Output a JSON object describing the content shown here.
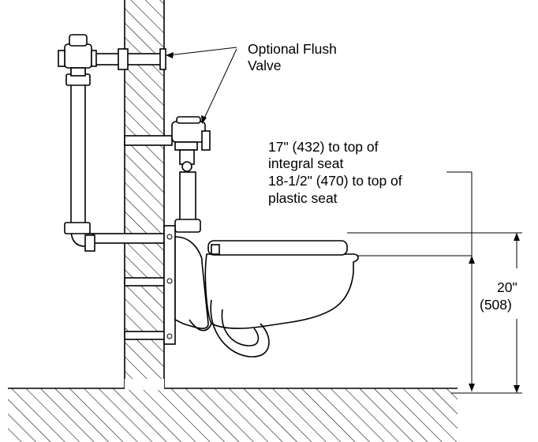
{
  "annotations": {
    "flush_valve": {
      "line1": "Optional Flush",
      "line2": "Valve"
    },
    "seat_height": {
      "line1": "17\" (432) to top of",
      "line2": "integral seat",
      "line3": "18-1/2\" (470) to top of",
      "line4": "plastic seat"
    },
    "rim_height": {
      "line1": "20\"",
      "line2": "(508)"
    }
  }
}
